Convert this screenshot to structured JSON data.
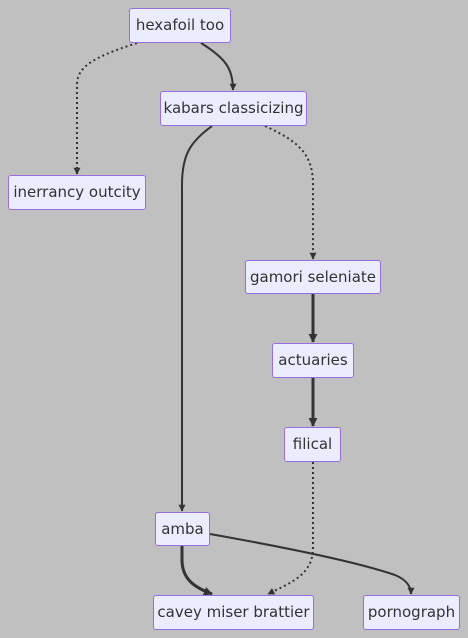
{
  "nodes": {
    "hexafoil_too": "hexafoil too",
    "kabars_classicizing": "kabars classicizing",
    "inerrancy_outcity": "inerrancy outcity",
    "gamori_seleniate": "gamori seleniate",
    "actuaries": "actuaries",
    "filical": "filical",
    "amba": "amba",
    "cavey_miser_brattier": "cavey miser brattier",
    "pornograph": "pornograph"
  },
  "edges": [
    {
      "from": "hexafoil too",
      "to": "kabars classicizing",
      "style": "solid"
    },
    {
      "from": "hexafoil too",
      "to": "inerrancy outcity",
      "style": "dotted"
    },
    {
      "from": "kabars classicizing",
      "to": "amba",
      "style": "solid"
    },
    {
      "from": "kabars classicizing",
      "to": "gamori seleniate",
      "style": "dotted"
    },
    {
      "from": "gamori seleniate",
      "to": "actuaries",
      "style": "thick"
    },
    {
      "from": "actuaries",
      "to": "filical",
      "style": "thick"
    },
    {
      "from": "filical",
      "to": "cavey miser brattier",
      "style": "dotted"
    },
    {
      "from": "amba",
      "to": "cavey miser brattier",
      "style": "thick"
    },
    {
      "from": "amba",
      "to": "pornograph",
      "style": "solid"
    }
  ],
  "colors": {
    "background": "#c0c0c0",
    "node_fill": "#ececff",
    "node_border": "#9370db",
    "text": "#333333",
    "edge": "#333333"
  }
}
